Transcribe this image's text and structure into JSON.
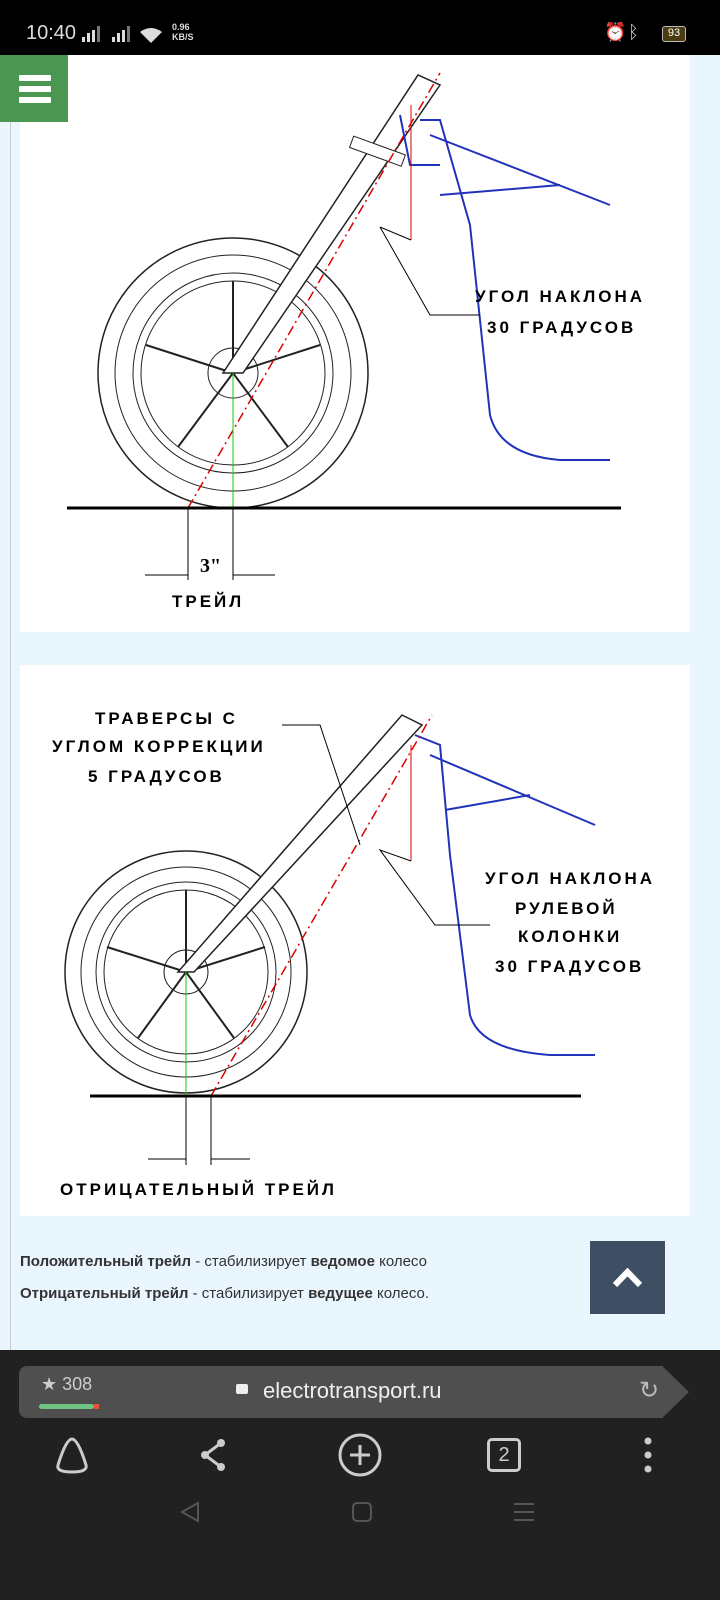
{
  "status_bar": {
    "time": "10:40",
    "net_speed": "0.96",
    "net_unit": "KB/S",
    "battery": "93"
  },
  "diagram1": {
    "angle_label_1": "УГОЛ НАКЛОНА",
    "angle_label_2": "30 ГРАДУСОВ",
    "trail_value": "3\"",
    "trail_label": "ТРЕЙЛ"
  },
  "diagram2": {
    "traverse_1": "ТРАВЕРСЫ С",
    "traverse_2": "УГЛОМ КОРРЕКЦИИ",
    "traverse_3": "5 ГРАДУСОВ",
    "angle_1": "УГОЛ НАКЛОНА",
    "angle_2": "РУЛЕВОЙ",
    "angle_3": "КОЛОНКИ",
    "angle_4": "30 ГРАДУСОВ",
    "trail_label": "ОТРИЦАТЕЛЬНЫЙ ТРЕЙЛ"
  },
  "text": {
    "line1_bold": "Положительный трейл",
    "line1_mid": " - стабилизирует ",
    "line1_bold2": "ведомое",
    "line1_end": " колесо",
    "line2_bold": "Отрицательный трейл",
    "line2_mid": " - стабилизирует ",
    "line2_bold2": "ведущее",
    "line2_end": " колесо."
  },
  "browser": {
    "rating": "★ 308",
    "host": "electrotransport.ru",
    "tabs_count": "2"
  }
}
